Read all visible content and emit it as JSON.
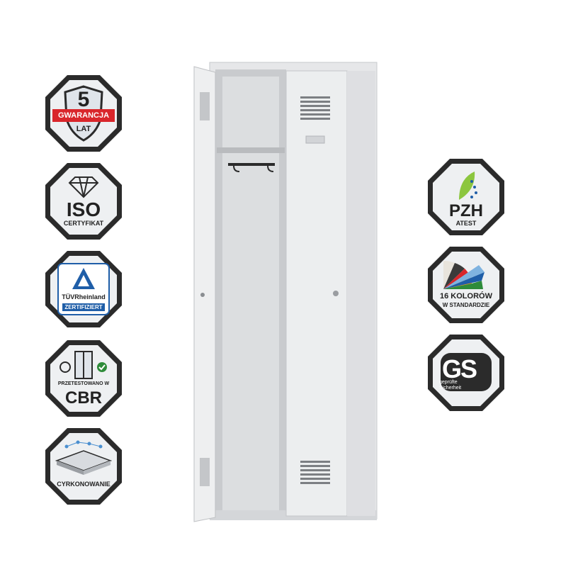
{
  "badges_left": [
    {
      "id": "warranty",
      "number": "5",
      "ribbon": "GWARANCJA",
      "sub": "LAT",
      "icon": "shield-icon",
      "ribbon_color": "#d9262b"
    },
    {
      "id": "iso",
      "title": "ISO",
      "sub": "CERTYFIKAT",
      "icon": "diamond-icon"
    },
    {
      "id": "tuv",
      "brand": "TÜVRheinland",
      "stamp": "ZERTIFIZIERT",
      "icon": "tuv-triangle-icon",
      "accent": "#1f5ea8"
    },
    {
      "id": "cbr",
      "small": "PRZETESTOWANO W",
      "title": "CBR",
      "icon": "test-locker-icon",
      "check_color": "#2e8b3a"
    },
    {
      "id": "zinc",
      "sub": "CYRKONOWANIE",
      "icon": "coating-layers-icon"
    }
  ],
  "badges_right": [
    {
      "id": "pzh",
      "title": "PZH",
      "sub": "ATEST",
      "icon": "leaf-dna-icon",
      "accent": "#8cc63f"
    },
    {
      "id": "colors",
      "line1": "16 KOLORÓW",
      "line2": "W STANDARDZIE",
      "icon": "color-fan-icon"
    },
    {
      "id": "gs",
      "title": "GS",
      "caption1": "geprüfte",
      "caption2": "Sicherheit",
      "icon": "gs-mark-icon"
    }
  ],
  "colors": {
    "badge_border": "#2b2b2b",
    "badge_fill": "#eef0f2",
    "locker": "#e6e7e9",
    "locker_shade": "#cfd1d4"
  }
}
